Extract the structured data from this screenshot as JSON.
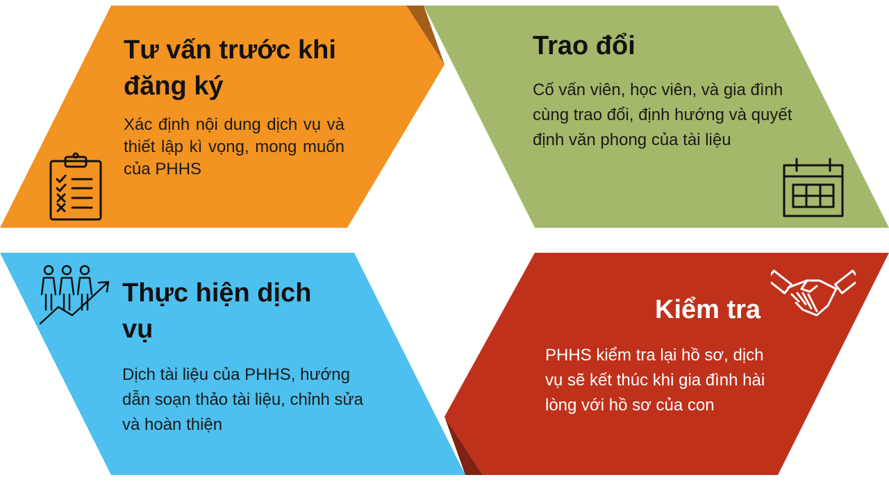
{
  "colors": {
    "orange": "#F39322",
    "orange_dark": "#A35F1A",
    "green": "#A3B86A",
    "blue": "#4DC0EF",
    "red": "#C0311B",
    "red_dark": "#7E2313"
  },
  "panels": {
    "top_left": {
      "title": "Tư vấn trước khi đăng ký",
      "description": "Xác định nội dung dịch vụ và thiết lập kì vọng, mong muốn của PHHS",
      "icon": "checklist-clipboard-icon"
    },
    "top_right": {
      "title": "Trao đổi",
      "description": "Cố vấn viên, học viên, và gia đình cùng trao đổi, định hướng và quyết định văn phong của tài liệu",
      "icon": "calendar-icon"
    },
    "bottom_left": {
      "title": "Thực hiện dịch vụ",
      "description": "Dịch tài liệu của PHHS, hướng dẫn soạn thảo tài liệu, chỉnh sửa và hoàn thiện",
      "icon": "people-growth-icon"
    },
    "bottom_right": {
      "title": "Kiểm tra",
      "description": "PHHS kiểm tra lại hồ sơ, dịch vụ sẽ kết thúc khi gia đình hài lòng với hồ sơ của con",
      "icon": "handshake-icon"
    }
  }
}
